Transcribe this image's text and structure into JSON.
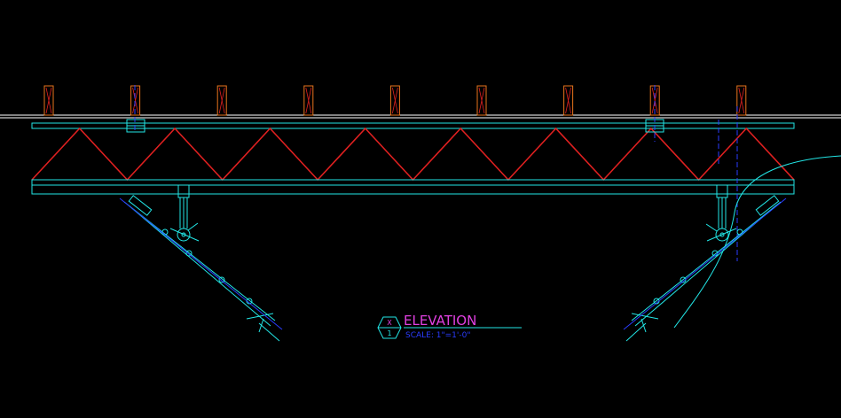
{
  "drawing": {
    "title": "ELEVATION",
    "scale": "SCALE: 1\"=1'-0\"",
    "detail_mark": "X",
    "sheet_mark": "1",
    "joist_count": 9,
    "truss_panels": 8
  },
  "colors": {
    "background": "#000000",
    "cyan": "#22e6e6",
    "red": "#e02020",
    "orange": "#e8741c",
    "blue": "#2a3cff",
    "white": "#ffffff",
    "magenta": "#e040e0"
  }
}
